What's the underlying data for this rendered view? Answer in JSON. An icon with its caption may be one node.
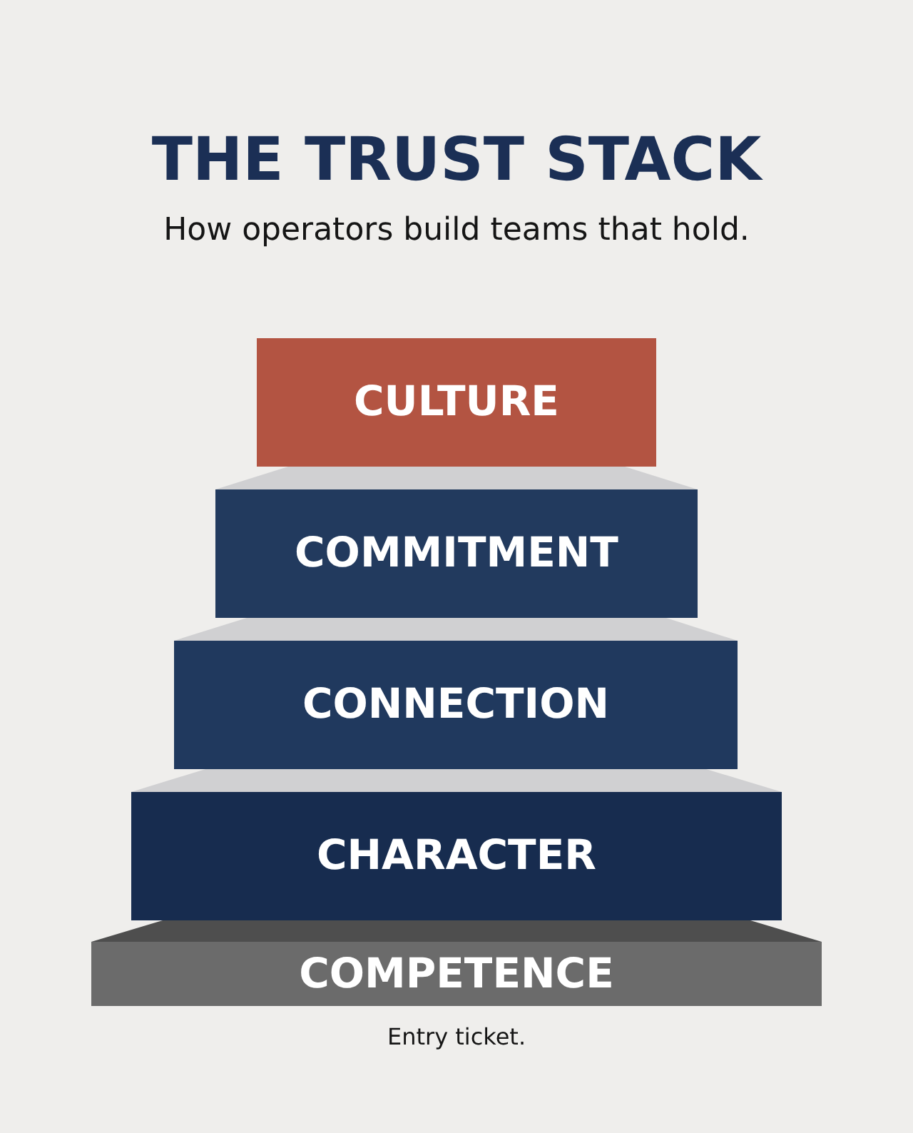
{
  "diagram": {
    "title": "THE TRUST STACK",
    "nodes": [
      {
        "text": [
          "CULTURE"
        ]
      },
      {
        "text": [
          "COMMITMENT"
        ]
      },
      {
        "text": [
          "CONNECTION"
        ]
      },
      {
        "text": [
          "CHARACTER"
        ]
      },
      {
        "text": [
          "COMPETENCE"
        ],
        "beside": [
          "Entry ticket."
        ]
      }
    ],
    "labels": [
      "How operators build teams that hold."
    ]
  }
}
